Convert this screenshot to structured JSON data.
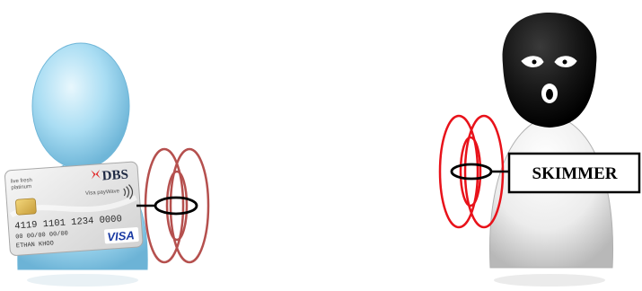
{
  "card": {
    "line1": "live fresh",
    "line2": "platinum",
    "brand": "DBS",
    "paywave": "Visa payWave",
    "number": "4119 1101 1234 0000",
    "dates": "00 00/00 00/00",
    "holder": "ETHAN KHOO",
    "network": "VISA"
  },
  "skimmer": {
    "label": "SKIMMER"
  },
  "colors": {
    "victim_body": "#a9ddf3",
    "victim_outline": "#6fb6d8",
    "victim_signal": "#b5504e",
    "attacker_signal": "#e8121a",
    "attacker_body": "#e6e6e6",
    "mask": "#121212",
    "label_border": "#000000"
  }
}
